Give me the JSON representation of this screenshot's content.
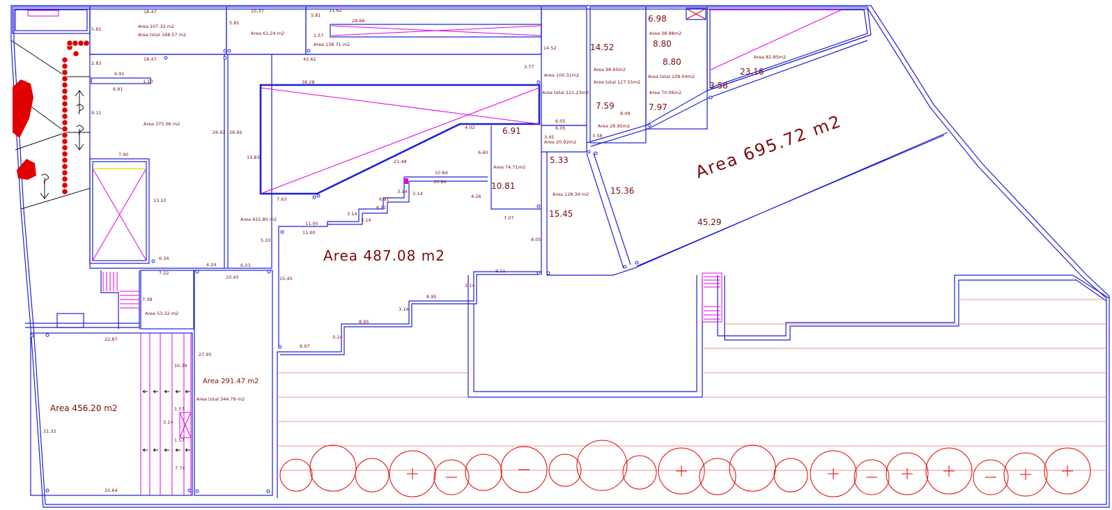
{
  "plan": {
    "area_labels": {
      "a_107": "Area  107.32  m2",
      "a_168_total": "Area  total  168.57  m2",
      "a_61": "Area  61.24  m2",
      "a_138": "Area  138.71  m2",
      "a_100": "Area  100.31m2",
      "a_121_total": "Area  total  121.23m2",
      "a_98": "Area  98.60m2",
      "a_127_total": "Area  total  127.55m2",
      "a_38": "Area  38.98m2",
      "a_109_total": "Area  total  109.04m2",
      "a_70": "Area  70.06m2",
      "a_82": "Area  82.85m2",
      "a_28": "Area  28.95m2",
      "a_20": "Area  20.92m2",
      "a_375": "Area  375.06  m2",
      "a_74": "Area  74.71m2",
      "a_128": "Area  128.34  m2",
      "a_425": "Area  425.80  m2",
      "a_487": "Area  487.08  m2",
      "a_695": "Area  695.72  m2",
      "a_53": "Area  53.32  m2",
      "a_291": "Area  291.47  m2",
      "a_344_total": "Area  total  344.79  m2",
      "a_456": "Area  456.20  m2"
    },
    "dimensions": {
      "d_18_47_top": "18.47",
      "d_10_37": "10.37",
      "d_31_62": "31.62",
      "d_28_66": "28.66",
      "d_5_81_a": "5.81",
      "d_5_81_b": "5.81",
      "d_5_81_c": "5.81",
      "d_1_57_a": "1.57",
      "d_18_47_b": "18.47",
      "d_42_62": "42.62",
      "d_14_52_a": "14.52",
      "d_14_52_b": "14.52",
      "d_3_77": "3.77",
      "d_6_98": "6.98",
      "d_8_80_a": "8.80",
      "d_8_80_b": "8.80",
      "d_3_58_a": "3.58",
      "d_23_16": "23.16",
      "d_7_59": "7.59",
      "d_7_97": "7.97",
      "d_8_09": "8.09",
      "d_6_05_a": "6.05",
      "d_6_05_b": "6.05",
      "d_3_45": "3.45",
      "d_3_58_b": "3.58",
      "d_2_83": "2.83",
      "d_6_91_a": "6.91",
      "d_1_10": "1.10",
      "d_6_91_b": "6.91",
      "d_9_11_a": "9.11",
      "d_38_28": "38.28",
      "d_26_92_a": "26.92",
      "d_26_92_b": "26.92",
      "d_13_83": "13.83",
      "d_4_02": "4.02",
      "d_6_91_big": "6.91",
      "d_6_60": "6.60",
      "d_21_48": "21.48",
      "d_10_84_a": "10.84",
      "d_10_84_b": "10.84",
      "d_10_81": "10.81",
      "d_3_14_a": "3.14",
      "d_3_14_b": "3.14",
      "d_4_26": "4.26",
      "d_6_91_c": "6.91",
      "d_6_91_d": "6.91",
      "d_3_14_c": "3.14",
      "d_3_14_d": "3.14",
      "d_7_07": "7.07",
      "d_5_33_a": "5.33",
      "d_15_36": "15.36",
      "d_15_45_a": "15.45",
      "d_45_29": "45.29",
      "d_7_90": "7.90",
      "d_13_10": "13.10",
      "d_7_63": "7.63",
      "d_11_00_a": "11.00",
      "d_11_00_b": "11.00",
      "d_5_33_b": "5.33",
      "d_8_05": "8.05",
      "d_6_34": "6.34",
      "d_4_24": "4.24",
      "d_6_03": "6.03",
      "d_7_22": "7.22",
      "d_10_43": "10.43",
      "d_9_11_b": "9.11",
      "d_15_45_b": "15.45",
      "d_3_14_e": "3.14",
      "d_8_95_a": "8.95",
      "d_7_38": "7.38",
      "d_3_14_f": "3.14",
      "d_8_95_b": "8.95",
      "d_3_14_g": "3.14",
      "d_8_97": "8.97",
      "d_22_87": "22.87",
      "d_27_95": "27.95",
      "d_10_39": "10.39",
      "d_1_57_b": "1.57",
      "d_3_14_h": "3.14",
      "d_1_57_c": "1.57",
      "d_7_74": "7.74",
      "d_21_32": "21.32",
      "d_20_64": "20.64"
    }
  }
}
